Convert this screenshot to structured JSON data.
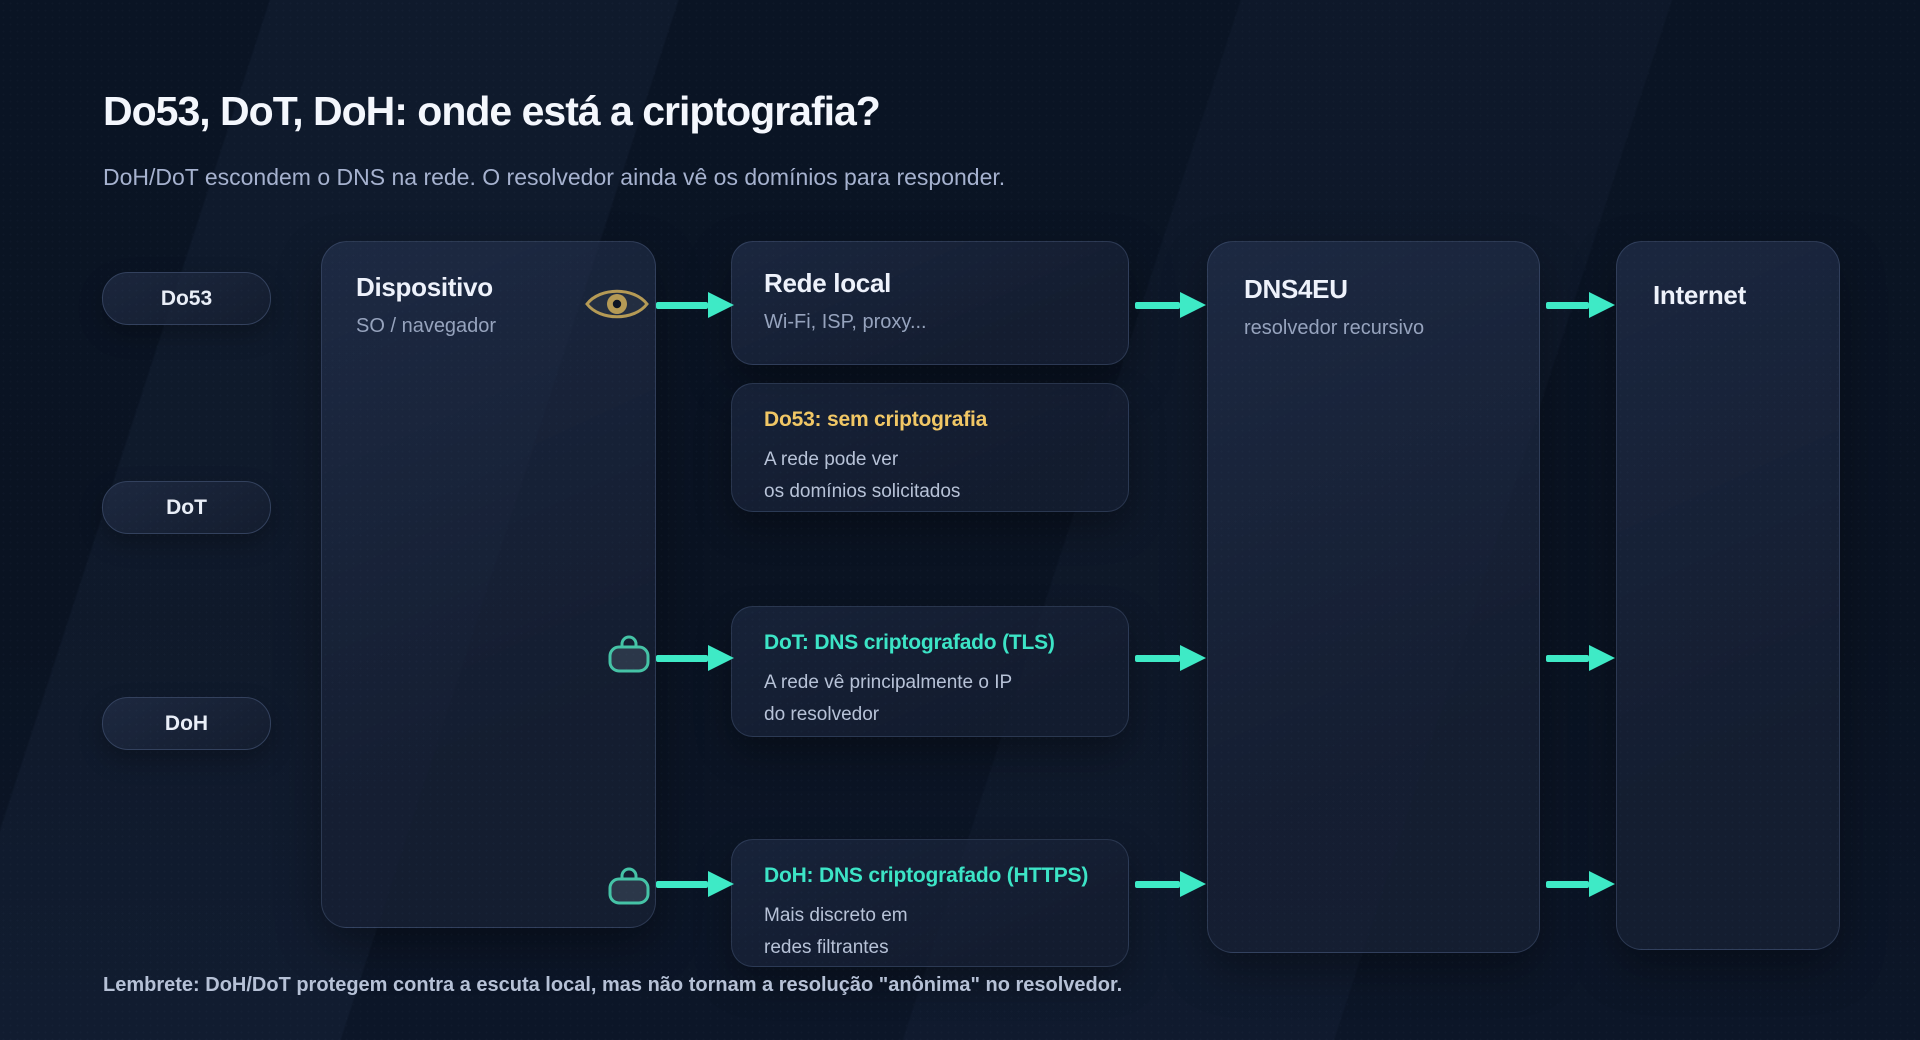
{
  "header": {
    "title": "Do53, DoT, DoH: onde está a criptografia?",
    "subtitle": "DoH/DoT escondem o DNS na rede. O resolvedor ainda vê os domínios para responder."
  },
  "legend": {
    "items": [
      {
        "label": "Do53"
      },
      {
        "label": "DoT"
      },
      {
        "label": "DoH"
      }
    ]
  },
  "nodes": {
    "device": {
      "title": "Dispositivo",
      "subtitle": "SO / navegador"
    },
    "network": {
      "title": "Rede local",
      "subtitle": "Wi-Fi, ISP, proxy..."
    },
    "resolver": {
      "title": "DNS4EU",
      "subtitle": "resolvedor recursivo"
    },
    "internet": {
      "title": "Internet"
    }
  },
  "protocol_cards": [
    {
      "id": "do53",
      "title": "Do53: sem criptografia",
      "line1": "A rede pode ver",
      "line2": "os domínios solicitados",
      "accent_color": "#f1c765"
    },
    {
      "id": "dot",
      "title": "DoT: DNS criptografado (TLS)",
      "line1": "A rede vê principalmente o IP",
      "line2": "do resolvedor",
      "accent_color": "#3ce4c6"
    },
    {
      "id": "doh",
      "title": "DoH: DNS criptografado (HTTPS)",
      "line1": "Mais discreto em",
      "line2": "redes filtrantes",
      "accent_color": "#3ce4c6"
    }
  ],
  "footer": {
    "note": "Lembrete: DoH/DoT protegem contra a escuta local, mas não tornam a resolução \"anônima\" no resolvedor."
  },
  "icons": {
    "eye": "eye-icon (unencrypted traffic visible)",
    "lock_dot": "lock-icon (TLS encrypted)",
    "lock_doh": "lock-icon (HTTPS encrypted)"
  },
  "colors": {
    "background": "#0a1322",
    "arrow_teal": "#3eeac6",
    "accent_teal": "#3ce4c6",
    "accent_amber": "#f1c765",
    "icon_gold": "#b59a55",
    "card_border": "rgba(130,155,200,0.22)",
    "text_primary": "#eef2fb",
    "text_secondary": "#96a3bd",
    "text_body": "#b7c2d7"
  }
}
